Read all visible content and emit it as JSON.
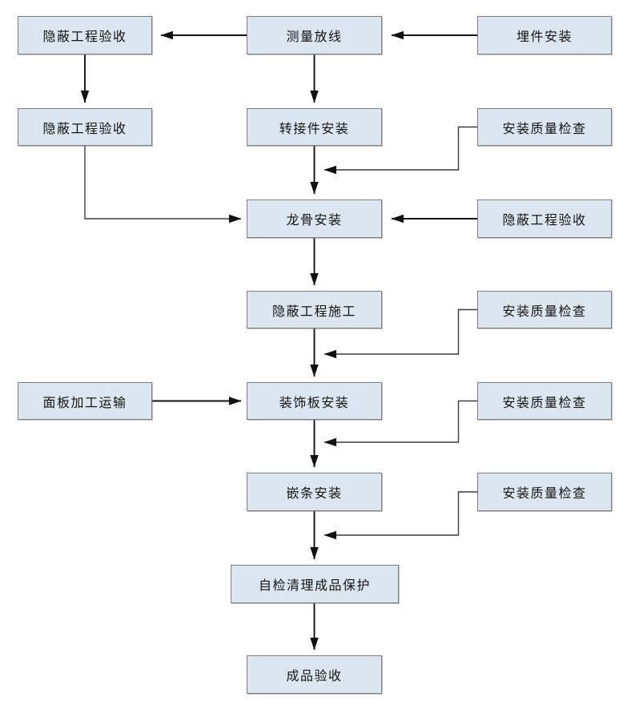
{
  "diagram": {
    "type": "flowchart",
    "language": "zh-CN",
    "colors": {
      "background": "#ffffff",
      "node_fill": "#dce6f1",
      "node_border": "#7f7f7f",
      "arrow": "#111111",
      "text": "#141414"
    },
    "nodes": [
      {
        "id": "hidden-works-acceptance-1",
        "label": "隐蔽工程验收",
        "column": "left",
        "row": 1
      },
      {
        "id": "measure-layout",
        "label": "测量放线",
        "column": "center",
        "row": 1
      },
      {
        "id": "embed-parts-install",
        "label": "埋件安装",
        "column": "right",
        "row": 1
      },
      {
        "id": "hidden-works-acceptance-2",
        "label": "隐蔽工程验收",
        "column": "left",
        "row": 2
      },
      {
        "id": "adapter-install",
        "label": "转接件安装",
        "column": "center",
        "row": 2
      },
      {
        "id": "install-quality-check-1",
        "label": "安装质量检查",
        "column": "right",
        "row": 2
      },
      {
        "id": "keel-install",
        "label": "龙骨安装",
        "column": "center",
        "row": 3
      },
      {
        "id": "hidden-works-acceptance-3",
        "label": "隐蔽工程验收",
        "column": "right",
        "row": 3
      },
      {
        "id": "hidden-works-construction",
        "label": "隐蔽工程施工",
        "column": "center",
        "row": 4
      },
      {
        "id": "install-quality-check-2",
        "label": "安装质量检查",
        "column": "right",
        "row": 4
      },
      {
        "id": "panel-processing-transport",
        "label": "面板加工运输",
        "column": "left",
        "row": 5
      },
      {
        "id": "decorative-panel-install",
        "label": "装饰板安装",
        "column": "center",
        "row": 5
      },
      {
        "id": "install-quality-check-3",
        "label": "安装质量检查",
        "column": "right",
        "row": 5
      },
      {
        "id": "trim-strip-install",
        "label": "嵌条安装",
        "column": "center",
        "row": 6
      },
      {
        "id": "install-quality-check-4",
        "label": "安装质量检查",
        "column": "right",
        "row": 6
      },
      {
        "id": "self-check-cleanup-protection",
        "label": "自检清理成品保护",
        "column": "center",
        "row": 7
      },
      {
        "id": "finished-product-acceptance",
        "label": "成品验收",
        "column": "center",
        "row": 8
      }
    ],
    "edges": [
      {
        "from": "embed-parts-install",
        "to": "measure-layout"
      },
      {
        "from": "measure-layout",
        "to": "hidden-works-acceptance-1"
      },
      {
        "from": "hidden-works-acceptance-1",
        "to": "hidden-works-acceptance-2"
      },
      {
        "from": "measure-layout",
        "to": "adapter-install"
      },
      {
        "from": "adapter-install",
        "to": "keel-install"
      },
      {
        "from": "install-quality-check-1",
        "to": "keel-install",
        "style": "elbow-feedback"
      },
      {
        "from": "hidden-works-acceptance-2",
        "to": "keel-install",
        "style": "elbow"
      },
      {
        "from": "hidden-works-acceptance-3",
        "to": "keel-install"
      },
      {
        "from": "keel-install",
        "to": "hidden-works-construction"
      },
      {
        "from": "install-quality-check-2",
        "to": "decorative-panel-install",
        "style": "elbow-feedback"
      },
      {
        "from": "hidden-works-construction",
        "to": "decorative-panel-install"
      },
      {
        "from": "panel-processing-transport",
        "to": "decorative-panel-install"
      },
      {
        "from": "decorative-panel-install",
        "to": "trim-strip-install"
      },
      {
        "from": "install-quality-check-3",
        "to": "trim-strip-install",
        "style": "elbow-feedback"
      },
      {
        "from": "trim-strip-install",
        "to": "self-check-cleanup-protection"
      },
      {
        "from": "install-quality-check-4",
        "to": "self-check-cleanup-protection",
        "style": "elbow-feedback"
      },
      {
        "from": "self-check-cleanup-protection",
        "to": "finished-product-acceptance"
      }
    ]
  }
}
